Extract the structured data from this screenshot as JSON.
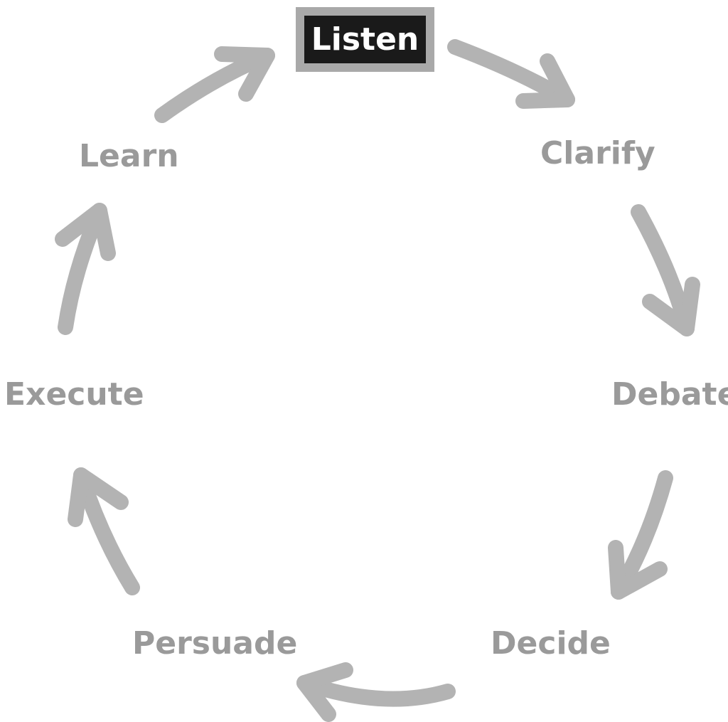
{
  "highlighted_stage": "Listen",
  "stages": {
    "listen": "Listen",
    "clarify": "Clarify",
    "debate": "Debate",
    "decide": "Decide",
    "persuade": "Persuade",
    "execute": "Execute",
    "learn": "Learn"
  },
  "colors": {
    "label_gray": "#9a9a9a",
    "arrow_gray": "#b3b3b3",
    "highlight_box": "#1a1a1a",
    "highlight_border": "#a9a9a9",
    "highlight_text": "#ffffff"
  }
}
